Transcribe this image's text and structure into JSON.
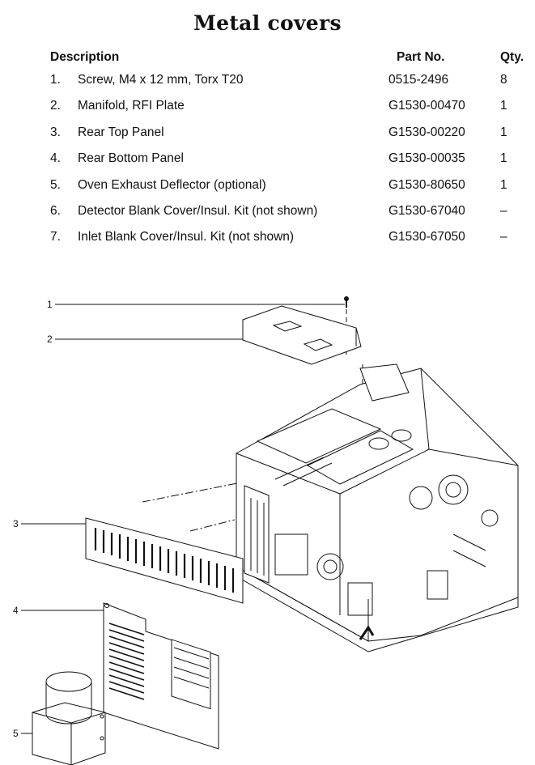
{
  "title": "Metal covers",
  "table": {
    "headers": {
      "description": "Description",
      "part_no": "Part No.",
      "qty": "Qty."
    },
    "rows": [
      {
        "num": "1.",
        "description": "Screw, M4 x 12 mm, Torx T20",
        "part_no": "0515-2496",
        "qty": "8"
      },
      {
        "num": "2.",
        "description": "Manifold, RFI Plate",
        "part_no": "G1530-00470",
        "qty": "1"
      },
      {
        "num": "3.",
        "description": "Rear Top Panel",
        "part_no": "G1530-00220",
        "qty": "1"
      },
      {
        "num": "4.",
        "description": "Rear Bottom Panel",
        "part_no": "G1530-00035",
        "qty": "1"
      },
      {
        "num": "5.",
        "description": "Oven Exhaust Deflector (optional)",
        "part_no": "G1530-80650",
        "qty": "1"
      },
      {
        "num": "6.",
        "description": "Detector Blank Cover/Insul. Kit (not shown)",
        "part_no": "G1530-67040",
        "qty": "–"
      },
      {
        "num": "7.",
        "description": "Inlet Blank Cover/Insul. Kit  (not shown)",
        "part_no": "G1530-67050",
        "qty": "–"
      }
    ]
  },
  "callouts": [
    "1",
    "2",
    "3",
    "4",
    "5"
  ]
}
